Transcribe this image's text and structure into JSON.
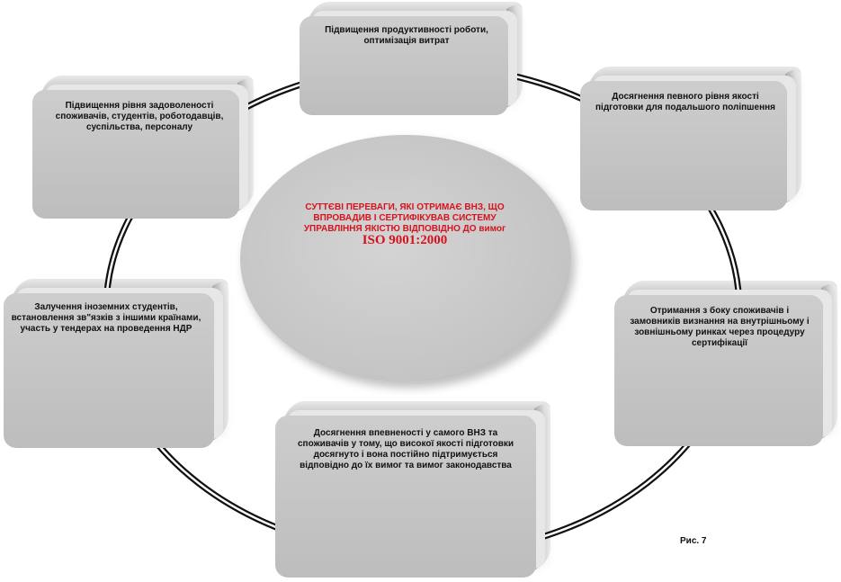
{
  "center": {
    "text": "СУТТЄВІ ПЕРЕВАГИ, ЯКІ ОТРИМАЄ ВНЗ, ЩО ВПРОВАДИВ І СЕРТИФІКУВАВ СИСТЕМУ УПРАВЛІННЯ ЯКІСТЮ ВІДПОВІДНО ДО вимог",
    "standard": "ISO 9001:2000",
    "color": "#d8121d"
  },
  "boxes": [
    {
      "id": "top",
      "text": "Підвищення продуктивності роботи, оптимізація витрат"
    },
    {
      "id": "right-top",
      "text": "Досягнення певного рівня якості підготовки для подальшого поліпшення"
    },
    {
      "id": "right-bottom",
      "text": "Отримання з боку споживачів і замовників визнання на внутрішньому і зовнішньому ринках через процедуру сертифікації"
    },
    {
      "id": "bottom",
      "text": "Досягнення впевненості у самого ВНЗ та споживачів у тому, що високої якості підготовки досягнуто і вона постійно підтримується відповідно до їх вимог та вимог законодавства"
    },
    {
      "id": "left-bottom",
      "text": "Залучення іноземних студентів, встановлення зв\"язків з іншими країнами, участь у тендерах на проведення НДР"
    },
    {
      "id": "left-top",
      "text": "Підвищення рівня задоволеності споживачів, студентів, роботодавців, суспільства, персоналу"
    }
  ],
  "caption": "Рис. 7"
}
